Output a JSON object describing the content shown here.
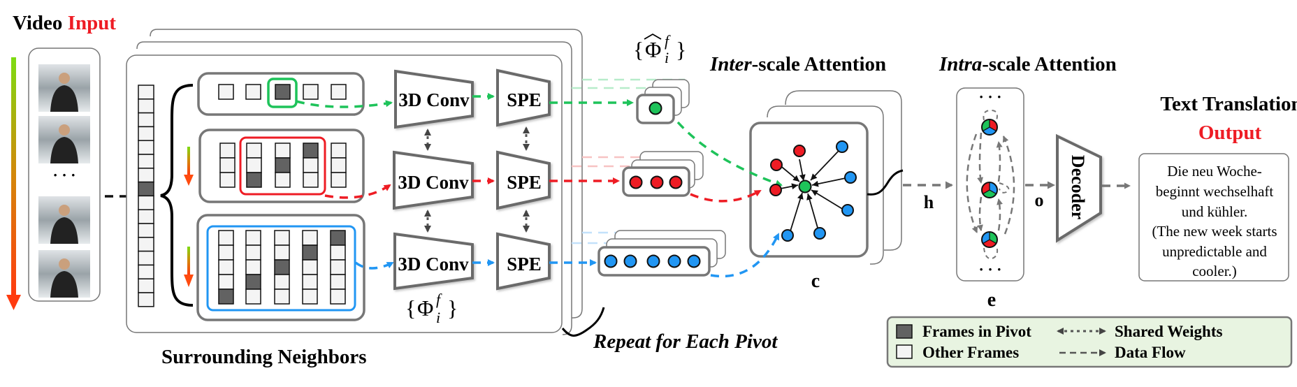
{
  "titles": {
    "video_input_prefix": "Video ",
    "video_input_highlight": "Input",
    "surrounding_neighbors": "Surrounding Neighbors",
    "repeat_for_each_pivot": "Repeat for Each Pivot",
    "inter_scale_prefix": "Inter",
    "inter_scale_suffix": "-scale Attention",
    "intra_scale_prefix": "Intra",
    "intra_scale_suffix": "-scale Attention",
    "text_translation": "Text Translation",
    "output_highlight": "Output"
  },
  "video_frames": {
    "count_shown": 4,
    "ellipsis": "· · ·"
  },
  "modules": {
    "conv_label": "3D Conv",
    "spe_label": "SPE",
    "decoder_label": "Decoder"
  },
  "neighbor_rows": [
    {
      "scale": 1,
      "color": "green",
      "columns": 5,
      "frames_per_column": 1,
      "pivot_column_indices": [
        2
      ],
      "highlighted_columns": [
        2
      ]
    },
    {
      "scale": 3,
      "color": "red",
      "columns": 5,
      "frames_per_column": 3,
      "highlighted_columns": [
        1,
        2,
        3
      ]
    },
    {
      "scale": 5,
      "color": "blue",
      "columns": 5,
      "frames_per_column": 5,
      "highlighted_columns": [
        0,
        1,
        2,
        3,
        4
      ]
    }
  ],
  "math_labels": {
    "phi_main": "Φ",
    "phi_sup": "f",
    "phi_sub": "i",
    "phi_hat_label": "Φ̂"
  },
  "variables": {
    "c": "c",
    "h": "h",
    "e": "e",
    "o": "o"
  },
  "intra_ellipsis_top": "· · ·",
  "intra_ellipsis_bottom": "· · ·",
  "output_text": {
    "lines": [
      "Die neu Woche-",
      "beginnt wechselhaft",
      "und kühler.",
      "(The new week starts",
      "unpredictable and",
      "cooler.)"
    ]
  },
  "legend": {
    "frames_in_pivot": "Frames in Pivot",
    "other_frames": "Other Frames",
    "shared_weights": "Shared Weights",
    "data_flow": "Data Flow"
  },
  "colors": {
    "green": "#1ec35a",
    "red": "#ee1c24",
    "blue": "#2196f3",
    "pivot_frame": "#626262",
    "other_frame": "#f4f4f4",
    "legend_bg": "#e8f4e1"
  }
}
